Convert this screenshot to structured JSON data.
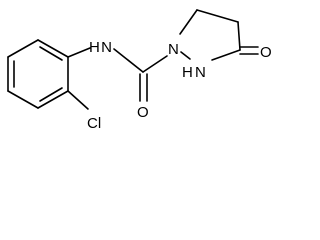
{
  "molecule": {
    "atoms": {
      "amide_nh": "H N",
      "ring_n1": "N",
      "ring_nh": "N",
      "ring_nh_h": "H",
      "carbonyl_o_amide": "O",
      "carbonyl_o_ring": "O",
      "chlorine": "Cl"
    }
  }
}
